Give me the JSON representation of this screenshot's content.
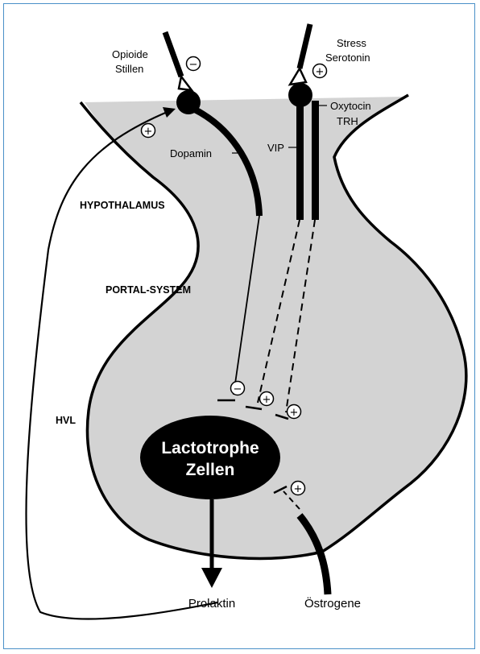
{
  "labels": {
    "opioide": "Opioide",
    "stillen": "Stillen",
    "stress": "Stress",
    "serotonin": "Serotonin",
    "oxytocin": "Oxytocin",
    "trh": "TRH",
    "dopamin": "Dopamin",
    "vip": "VIP",
    "hypothalamus": "HYPOTHALAMUS",
    "portal_system": "PORTAL-SYSTEM",
    "hvl": "HVL",
    "cell_line1": "Lactotrophe",
    "cell_line2": "Zellen",
    "prolaktin": "Prolaktin",
    "oestrogene": "Östrogene"
  },
  "signs": {
    "opioide_effect": "−",
    "stress_effect": "+",
    "feedback_effect": "+",
    "dopamin_effect": "−",
    "vip_effect": "+",
    "trh_effect": "+",
    "oestrogen_effect": "+"
  },
  "colors": {
    "shaded_region": "#d3d3d3",
    "ink": "#000000",
    "frame_border": "#4a90c8"
  }
}
